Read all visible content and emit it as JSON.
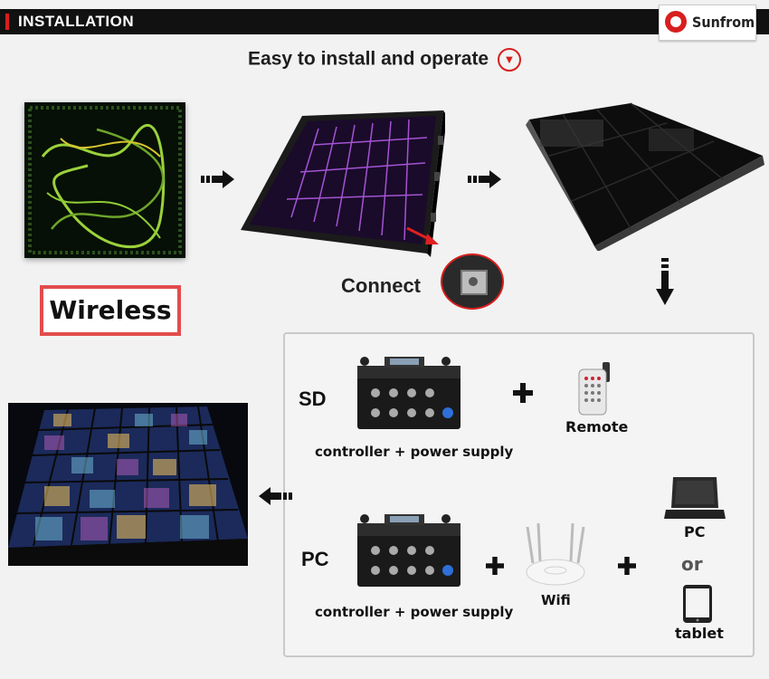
{
  "header": {
    "section_title": "INSTALLATION",
    "brand": "Sunfrom"
  },
  "headline": "Easy to install and operate",
  "connect_label": "Connect",
  "wireless_label": "Wireless",
  "options": {
    "sd": {
      "label": "SD",
      "caption": "controller + power supply",
      "accessory": "Remote"
    },
    "pc": {
      "label": "PC",
      "caption": "controller + power supply",
      "accessory": "Wifi",
      "device1": "PC",
      "or": "or",
      "device2": "tablet"
    }
  },
  "icons": [
    "right-arrow-icon",
    "down-arrow-icon",
    "left-arrow-icon",
    "chevron-down-icon",
    "plus-icon",
    "laptop-icon",
    "tablet-icon",
    "remote-icon",
    "router-icon"
  ],
  "colors": {
    "accent_red": "#d81e1e",
    "header_bg": "#111111",
    "frame_border": "#e24c4c"
  }
}
